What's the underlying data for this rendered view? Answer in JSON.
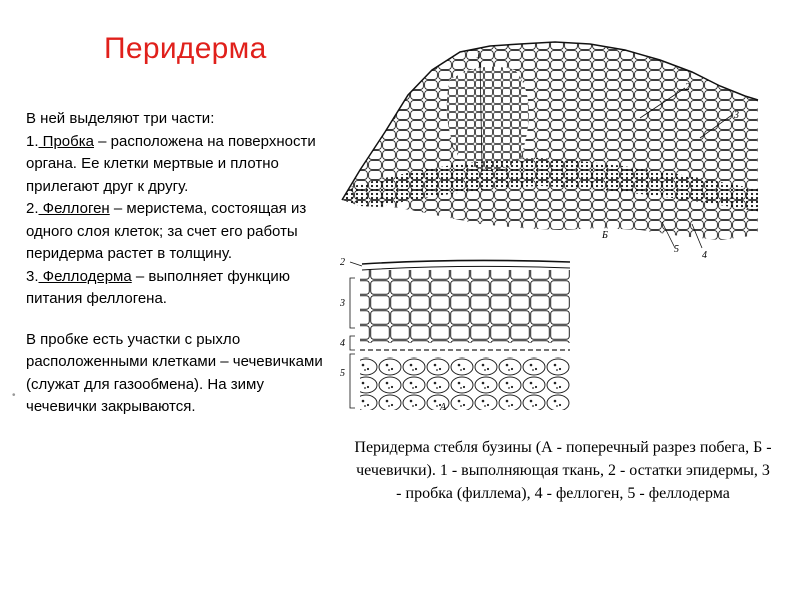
{
  "title": "Перидерма",
  "intro": "В ней выделяют три части:",
  "items": [
    {
      "num": "1.",
      "term": " Пробка",
      "text": " – расположена на поверхности органа.  Ее клетки мертвые и плотно прилегают друг к другу."
    },
    {
      "num": "2.",
      "term": " Феллоген",
      "text": " – меристема, состоящая из одного слоя клеток; за счет его работы перидерма растет в толщину."
    },
    {
      "num": "3.",
      "term": " Феллодерма",
      "text": " – выполняет функцию питания феллогена."
    }
  ],
  "lenticels_note": "В пробке есть участки с рыхло расположенными клетками – чечевичками (служат для газообмена). На зиму чечевички закрываются.",
  "bullet": "•",
  "caption": "Перидерма стебля бузины (А - поперечный разрез побега, Б - чечевички).  1 - выполняющая ткань, 2 - остатки эпидермы, 3 - пробка (филлема), 4 - феллоген, 5 - феллодерма",
  "figure_top": {
    "labels": [
      "1",
      "2",
      "3",
      "Б",
      "5",
      "4"
    ]
  },
  "figure_bottom": {
    "labels": [
      "2",
      "3",
      "4",
      "5",
      "А"
    ]
  }
}
